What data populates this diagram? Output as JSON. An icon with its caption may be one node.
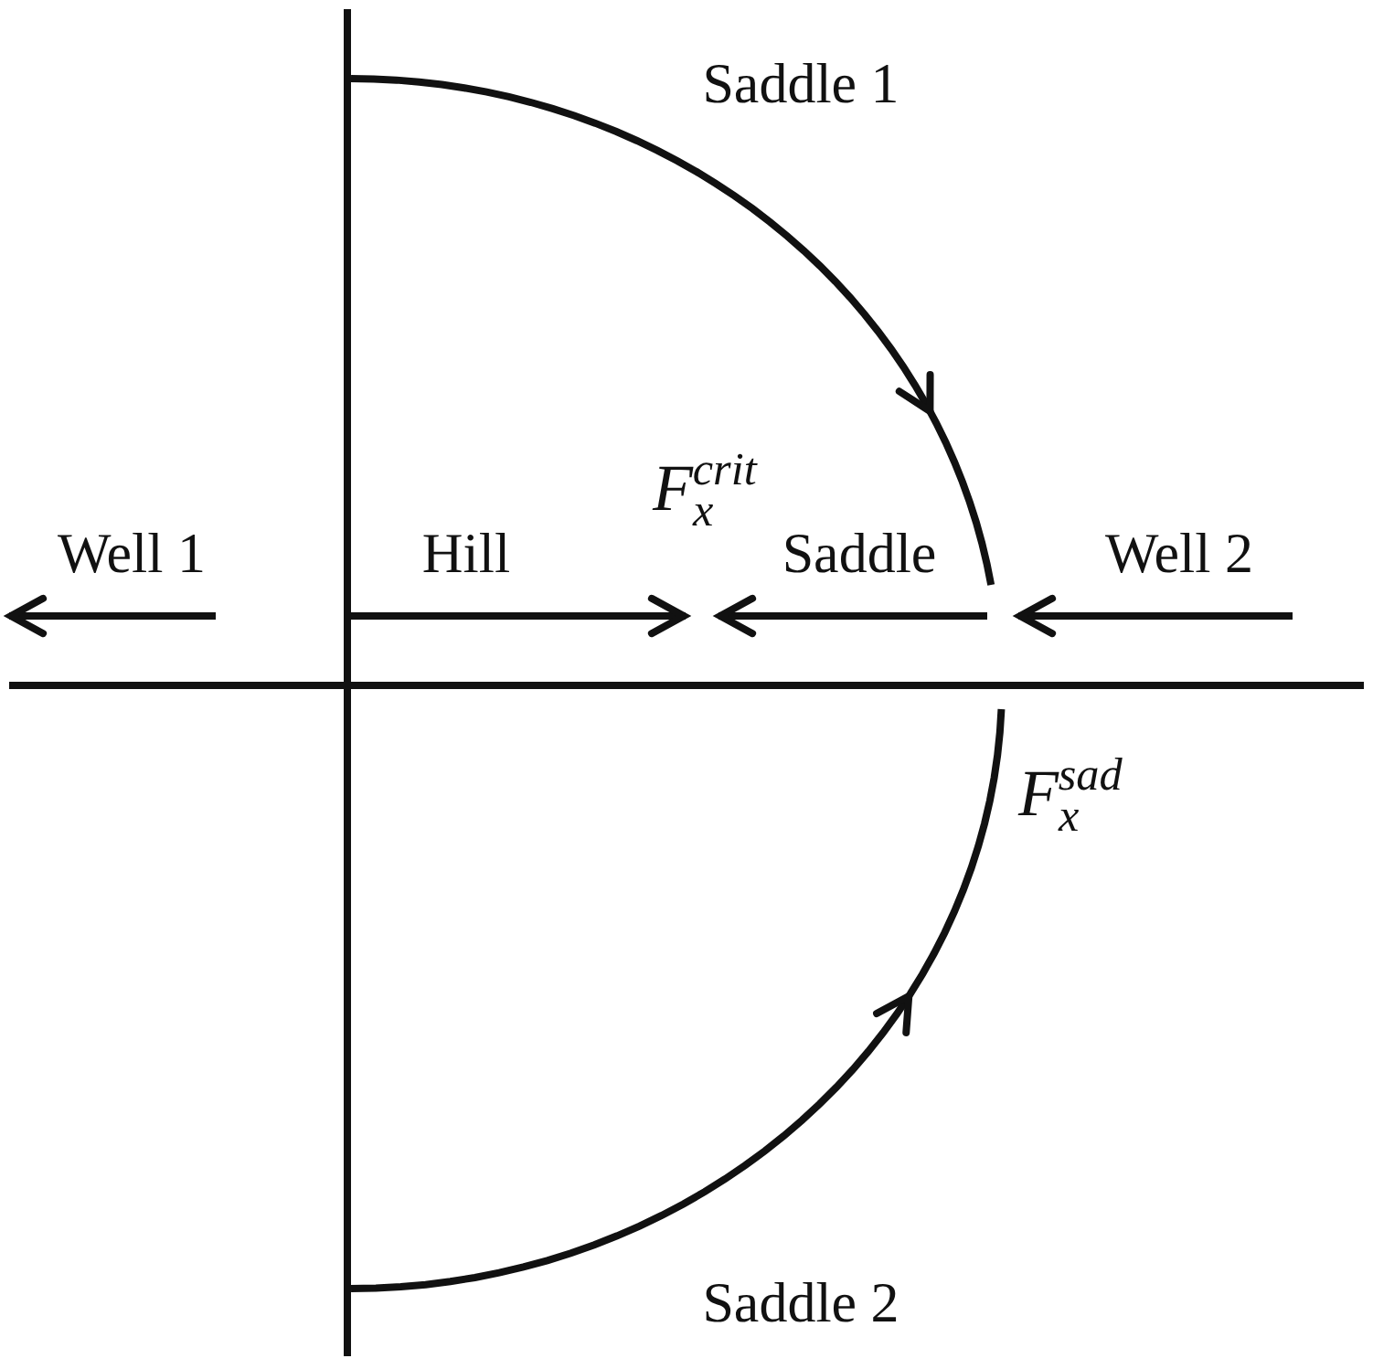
{
  "diagram": {
    "labels": [
      "Saddle 1",
      "F$_{x}$$^{crit}$",
      "Well 1",
      "Hill",
      "Saddle",
      "Well 2",
      "F$_{x}$$^{sad}$",
      "Saddle 2"
    ]
  }
}
